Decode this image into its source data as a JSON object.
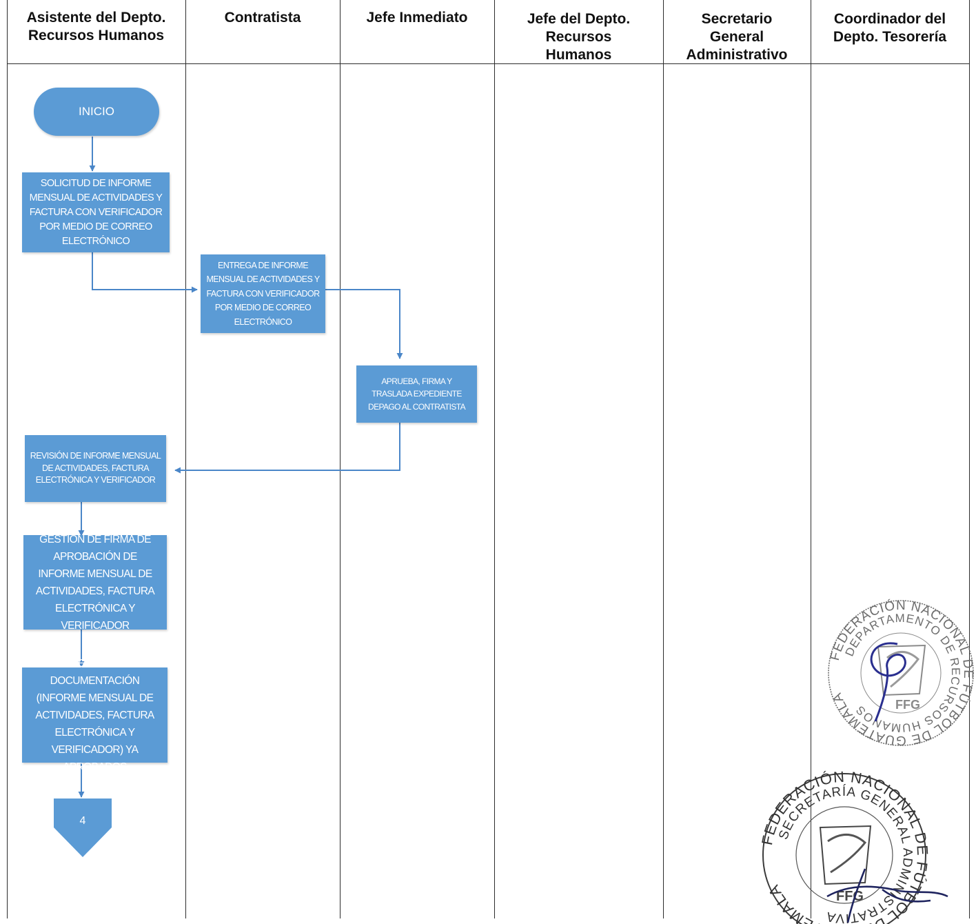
{
  "lanes": [
    "Asistente del Depto.\nRecursos Humanos",
    "Contratista",
    "Jefe Inmediato",
    "Jefe del Depto.\nRecursos\nHumanos",
    "Secretario\nGeneral\nAdministrativo",
    "Coordinador del\nDepto. Tesorería"
  ],
  "start_label": "INICIO",
  "steps": {
    "solicitud": "SOLICITUD DE INFORME MENSUAL DE ACTIVIDADES Y FACTURA CON VERIFICADOR POR MEDIO DE CORREO ELECTRÓNICO",
    "entrega": "ENTREGA DE INFORME MENSUAL DE ACTIVIDADES Y FACTURA CON VERIFICADOR POR MEDIO DE CORREO ELECTRÓNICO",
    "aprueba": "APRUEBA, FIRMA Y TRASLADA EXPEDIENTE DEPAGO AL CONTRATISTA",
    "revision": "REVISIÓN DE INFORME MENSUAL DE ACTIVIDADES, FACTURA ELECTRÓNICA Y VERIFICADOR",
    "gestion": "GESTIÓN DE FIRMA DE APROBACIÓN DE INFORME MENSUAL DE ACTIVIDADES, FACTURA ELECTRÓNICA Y VERIFICADOR",
    "recepcion": "RECEPCIÓN DE DOCUMENTACIÓN (INFORME MENSUAL DE ACTIVIDADES, FACTURA ELECTRÓNICA Y VERIFICADOR) YA APROBADOS"
  },
  "connector_label": "4",
  "stamps": {
    "hr_outer": "FEDERACIÓN NACIONAL DE FÚTBOL DE GUATEMALA",
    "hr_inner": "DEPARTAMENTO DE RECURSOS HUMANOS",
    "sga_outer": "FEDERACIÓN NACIONAL DE FÚTBOL DE GUATEMALA",
    "sga_inner": "SECRETARÍA GENERAL ADMINISTRATIVA",
    "logo_text": "FFG"
  },
  "colors": {
    "box_fill": "#5b9bd5",
    "arrow": "#4a86c8",
    "grid": "#2b2b2b",
    "stamp": "#6d6d6d",
    "signature": "#2a2f8f"
  }
}
